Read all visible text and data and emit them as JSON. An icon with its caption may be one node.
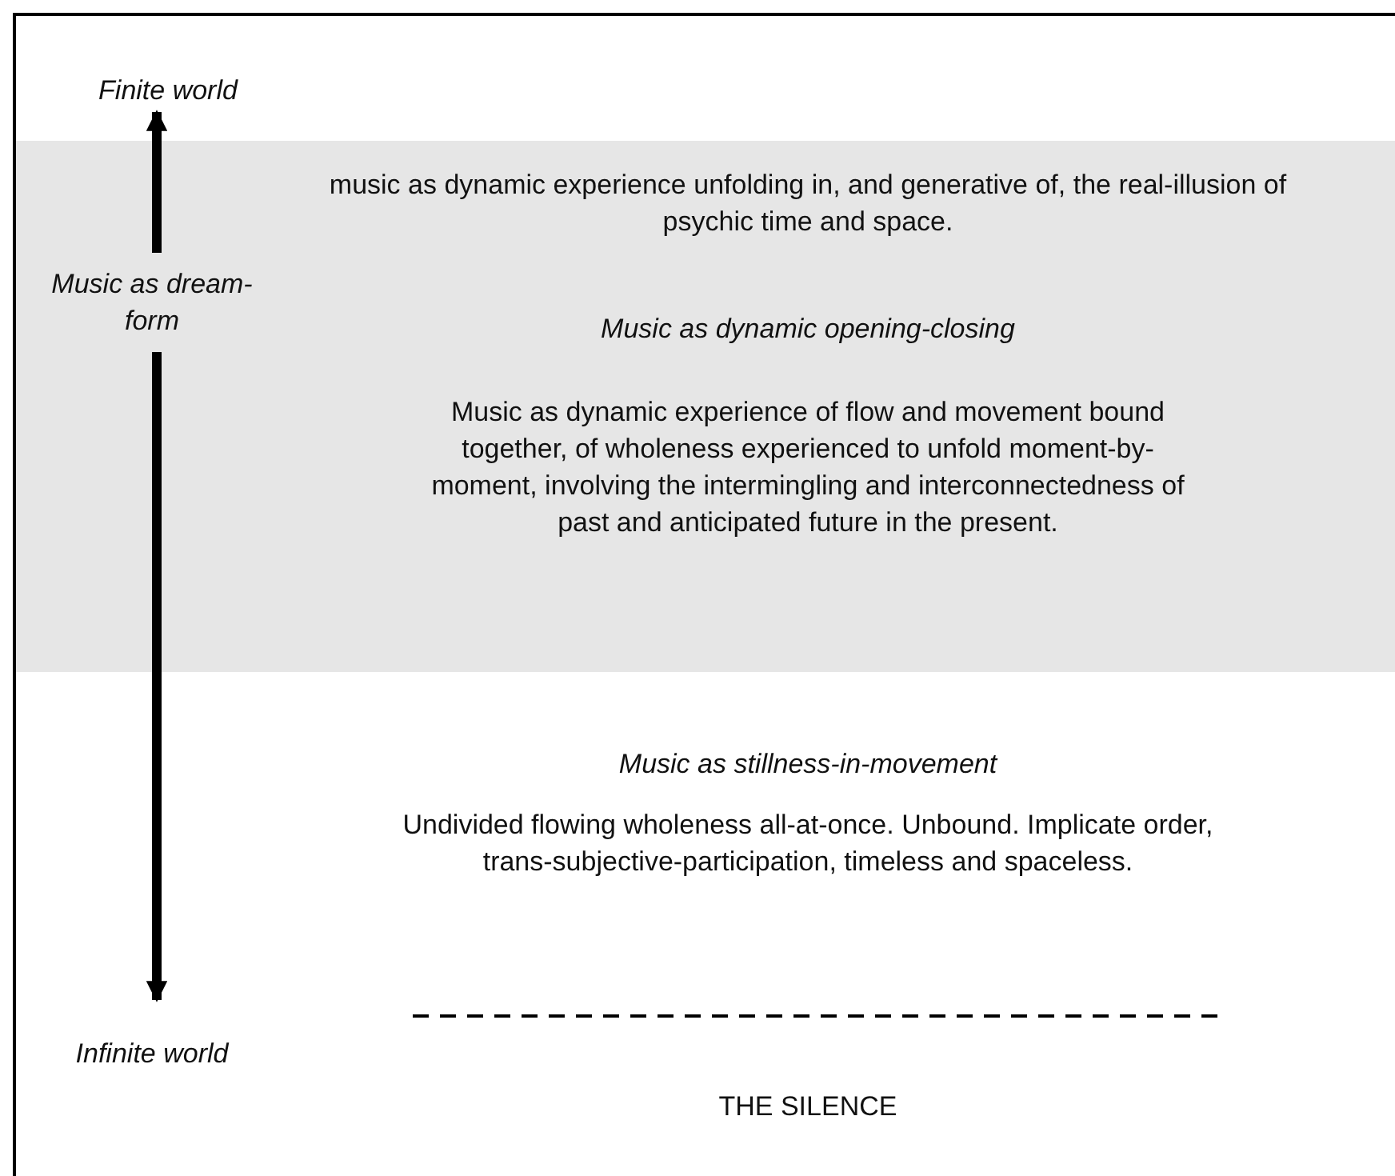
{
  "diagram": {
    "nodes": [
      {
        "text": [
          "Finite world"
        ]
      },
      {
        "text": [
          "music as dynamic experience unfolding in, and generative of, the real-illusion of psychic time and space.",
          "Music as dynamic opening-closing",
          "Music as dynamic experience of flow and movement bound together, of wholeness experienced to unfold moment-by-moment, involving the intermingling and interconnectedness of past and anticipated future in the present."
        ]
      },
      {
        "text": [
          "Music as dream-form"
        ],
        "in": 1
      },
      {
        "text": [
          "Infinite world"
        ]
      }
    ],
    "edges": [
      {
        "from": 2,
        "to": 0,
        "arrow": "to"
      },
      {
        "from": 2,
        "to": 3,
        "arrow": "to"
      }
    ],
    "labels": [
      "Music as stillness-in-movement",
      "Undivided flowing wholeness all-at-once. Unbound. Implicate order, trans-subjective-participation, timeless and spaceless.",
      "THE SILENCE"
    ]
  }
}
